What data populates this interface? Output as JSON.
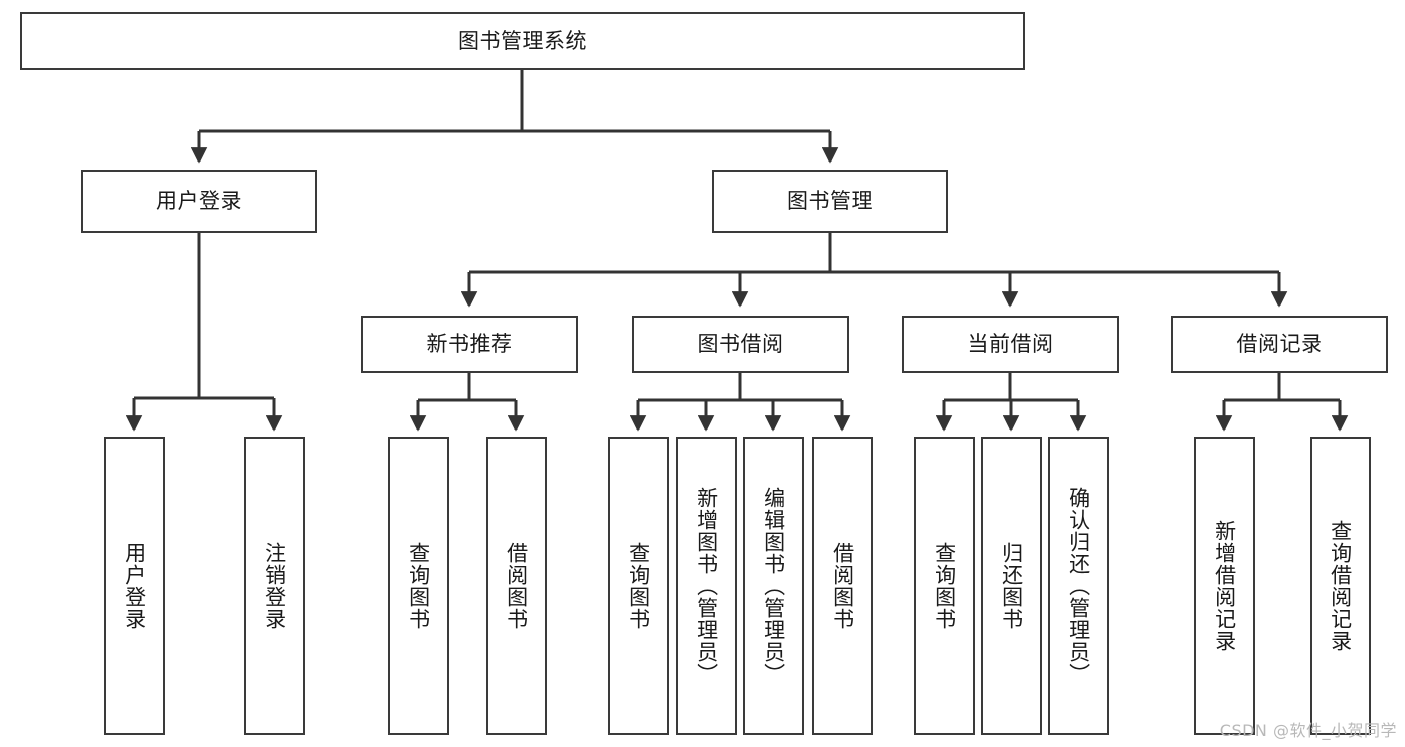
{
  "diagram": {
    "title": "图书管理系统",
    "type": "tree",
    "watermark": "CSDN @软件_小贺同学",
    "colors": {
      "border": "#3a3a3a",
      "text": "#1a1a1a",
      "connector": "#333333",
      "background": "#ffffff",
      "watermark": "#b8b8b8"
    },
    "root": {
      "label": "图书管理系统"
    },
    "level2": [
      {
        "label": "用户登录"
      },
      {
        "label": "图书管理"
      }
    ],
    "level3": [
      {
        "label": "新书推荐"
      },
      {
        "label": "图书借阅"
      },
      {
        "label": "当前借阅"
      },
      {
        "label": "借阅记录"
      }
    ],
    "leaves": {
      "user_login": [
        {
          "label": "用户登录"
        },
        {
          "label": "注销登录"
        }
      ],
      "new_book_recommend": [
        {
          "label": "查询图书"
        },
        {
          "label": "借阅图书"
        }
      ],
      "book_borrow": [
        {
          "label": "查询图书"
        },
        {
          "label": "新增图书（管理员）"
        },
        {
          "label": "编辑图书（管理员）"
        },
        {
          "label": "借阅图书"
        }
      ],
      "current_borrow": [
        {
          "label": "查询图书"
        },
        {
          "label": "归还图书"
        },
        {
          "label": "确认归还（管理员）"
        }
      ],
      "borrow_record": [
        {
          "label": "新增借阅记录"
        },
        {
          "label": "查询借阅记录"
        }
      ]
    }
  }
}
